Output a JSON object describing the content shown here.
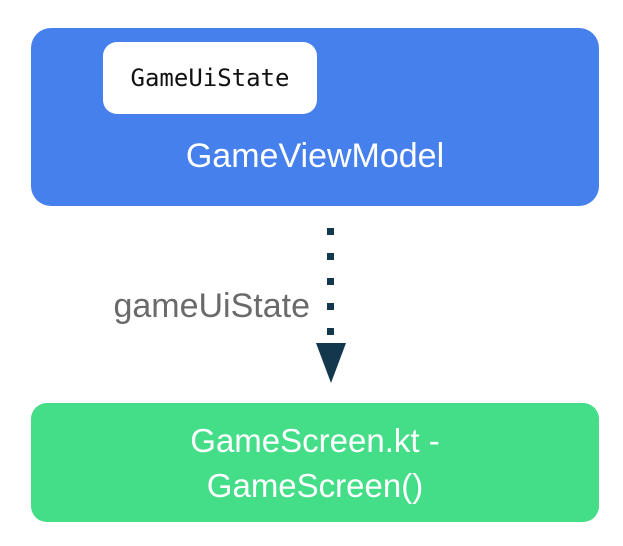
{
  "colors": {
    "viewmodel_box_bg": "#4680EC",
    "screen_box_bg": "#44DD88",
    "arrow": "#13384E",
    "arrow_label_text": "#6A6A6A",
    "chip_bg": "#FFFFFF",
    "chip_text": "#111111",
    "box_text": "#FFFFFF"
  },
  "diagram": {
    "viewmodel_box": {
      "chip_label": "GameUiState",
      "label": "GameViewModel"
    },
    "arrow": {
      "label": "gameUiState",
      "direction": "down",
      "style": "dotted"
    },
    "screen_box": {
      "label_line1": "GameScreen.kt -",
      "label_line2": "GameScreen()"
    }
  }
}
